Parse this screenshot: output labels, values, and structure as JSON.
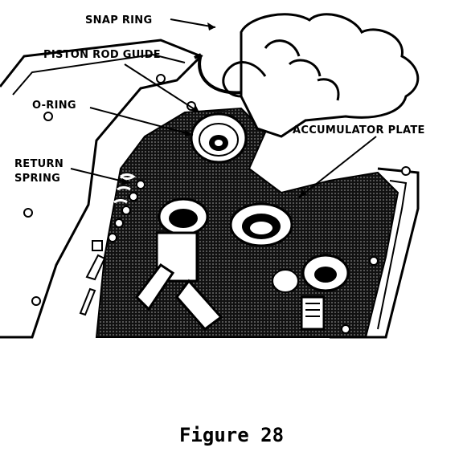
{
  "labels": {
    "snap_ring": "SNAP RING",
    "piston_rod_guide": "PISTON ROD GUIDE",
    "o_ring": "O-RING",
    "accumulator_plate": "ACCUMULATOR PLATE",
    "return_spring_line1": "RETURN",
    "return_spring_line2": "SPRING"
  },
  "caption": "Figure 28"
}
